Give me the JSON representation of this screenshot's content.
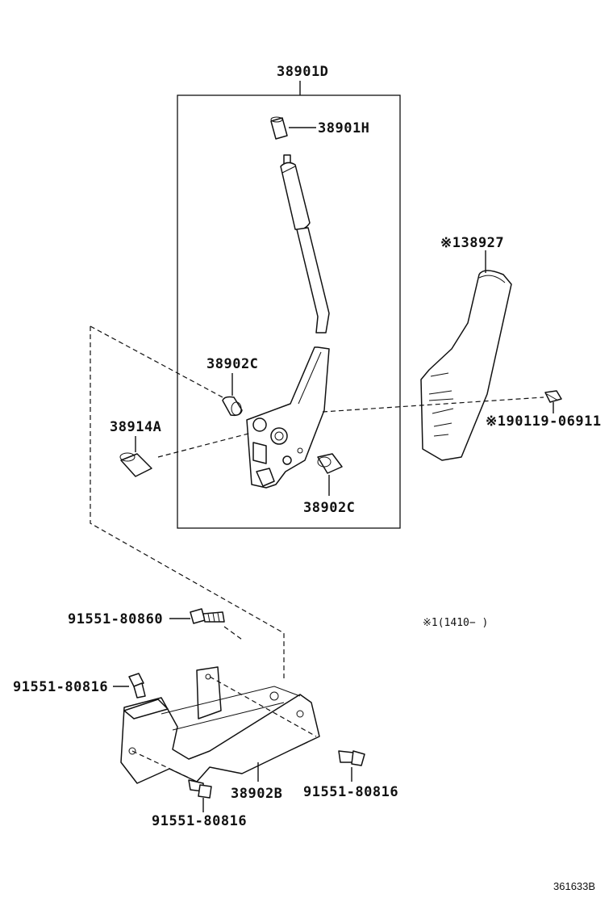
{
  "diagram": {
    "labels": {
      "lever_assy": "38901D",
      "knob_cap": "38901H",
      "cover": "※138927",
      "bushing_upper": "38902C",
      "bushing_lower": "38902C",
      "collar": "38914A",
      "screw": "※190119-06911",
      "bolt_top": "91551-80860",
      "bolt_left": "91551-80816",
      "bolt_right": "91551-80816",
      "bolt_bottom": "91551-80816",
      "bracket": "38902B"
    },
    "note": "※1(1410−      )",
    "figure_id": "361633B"
  }
}
